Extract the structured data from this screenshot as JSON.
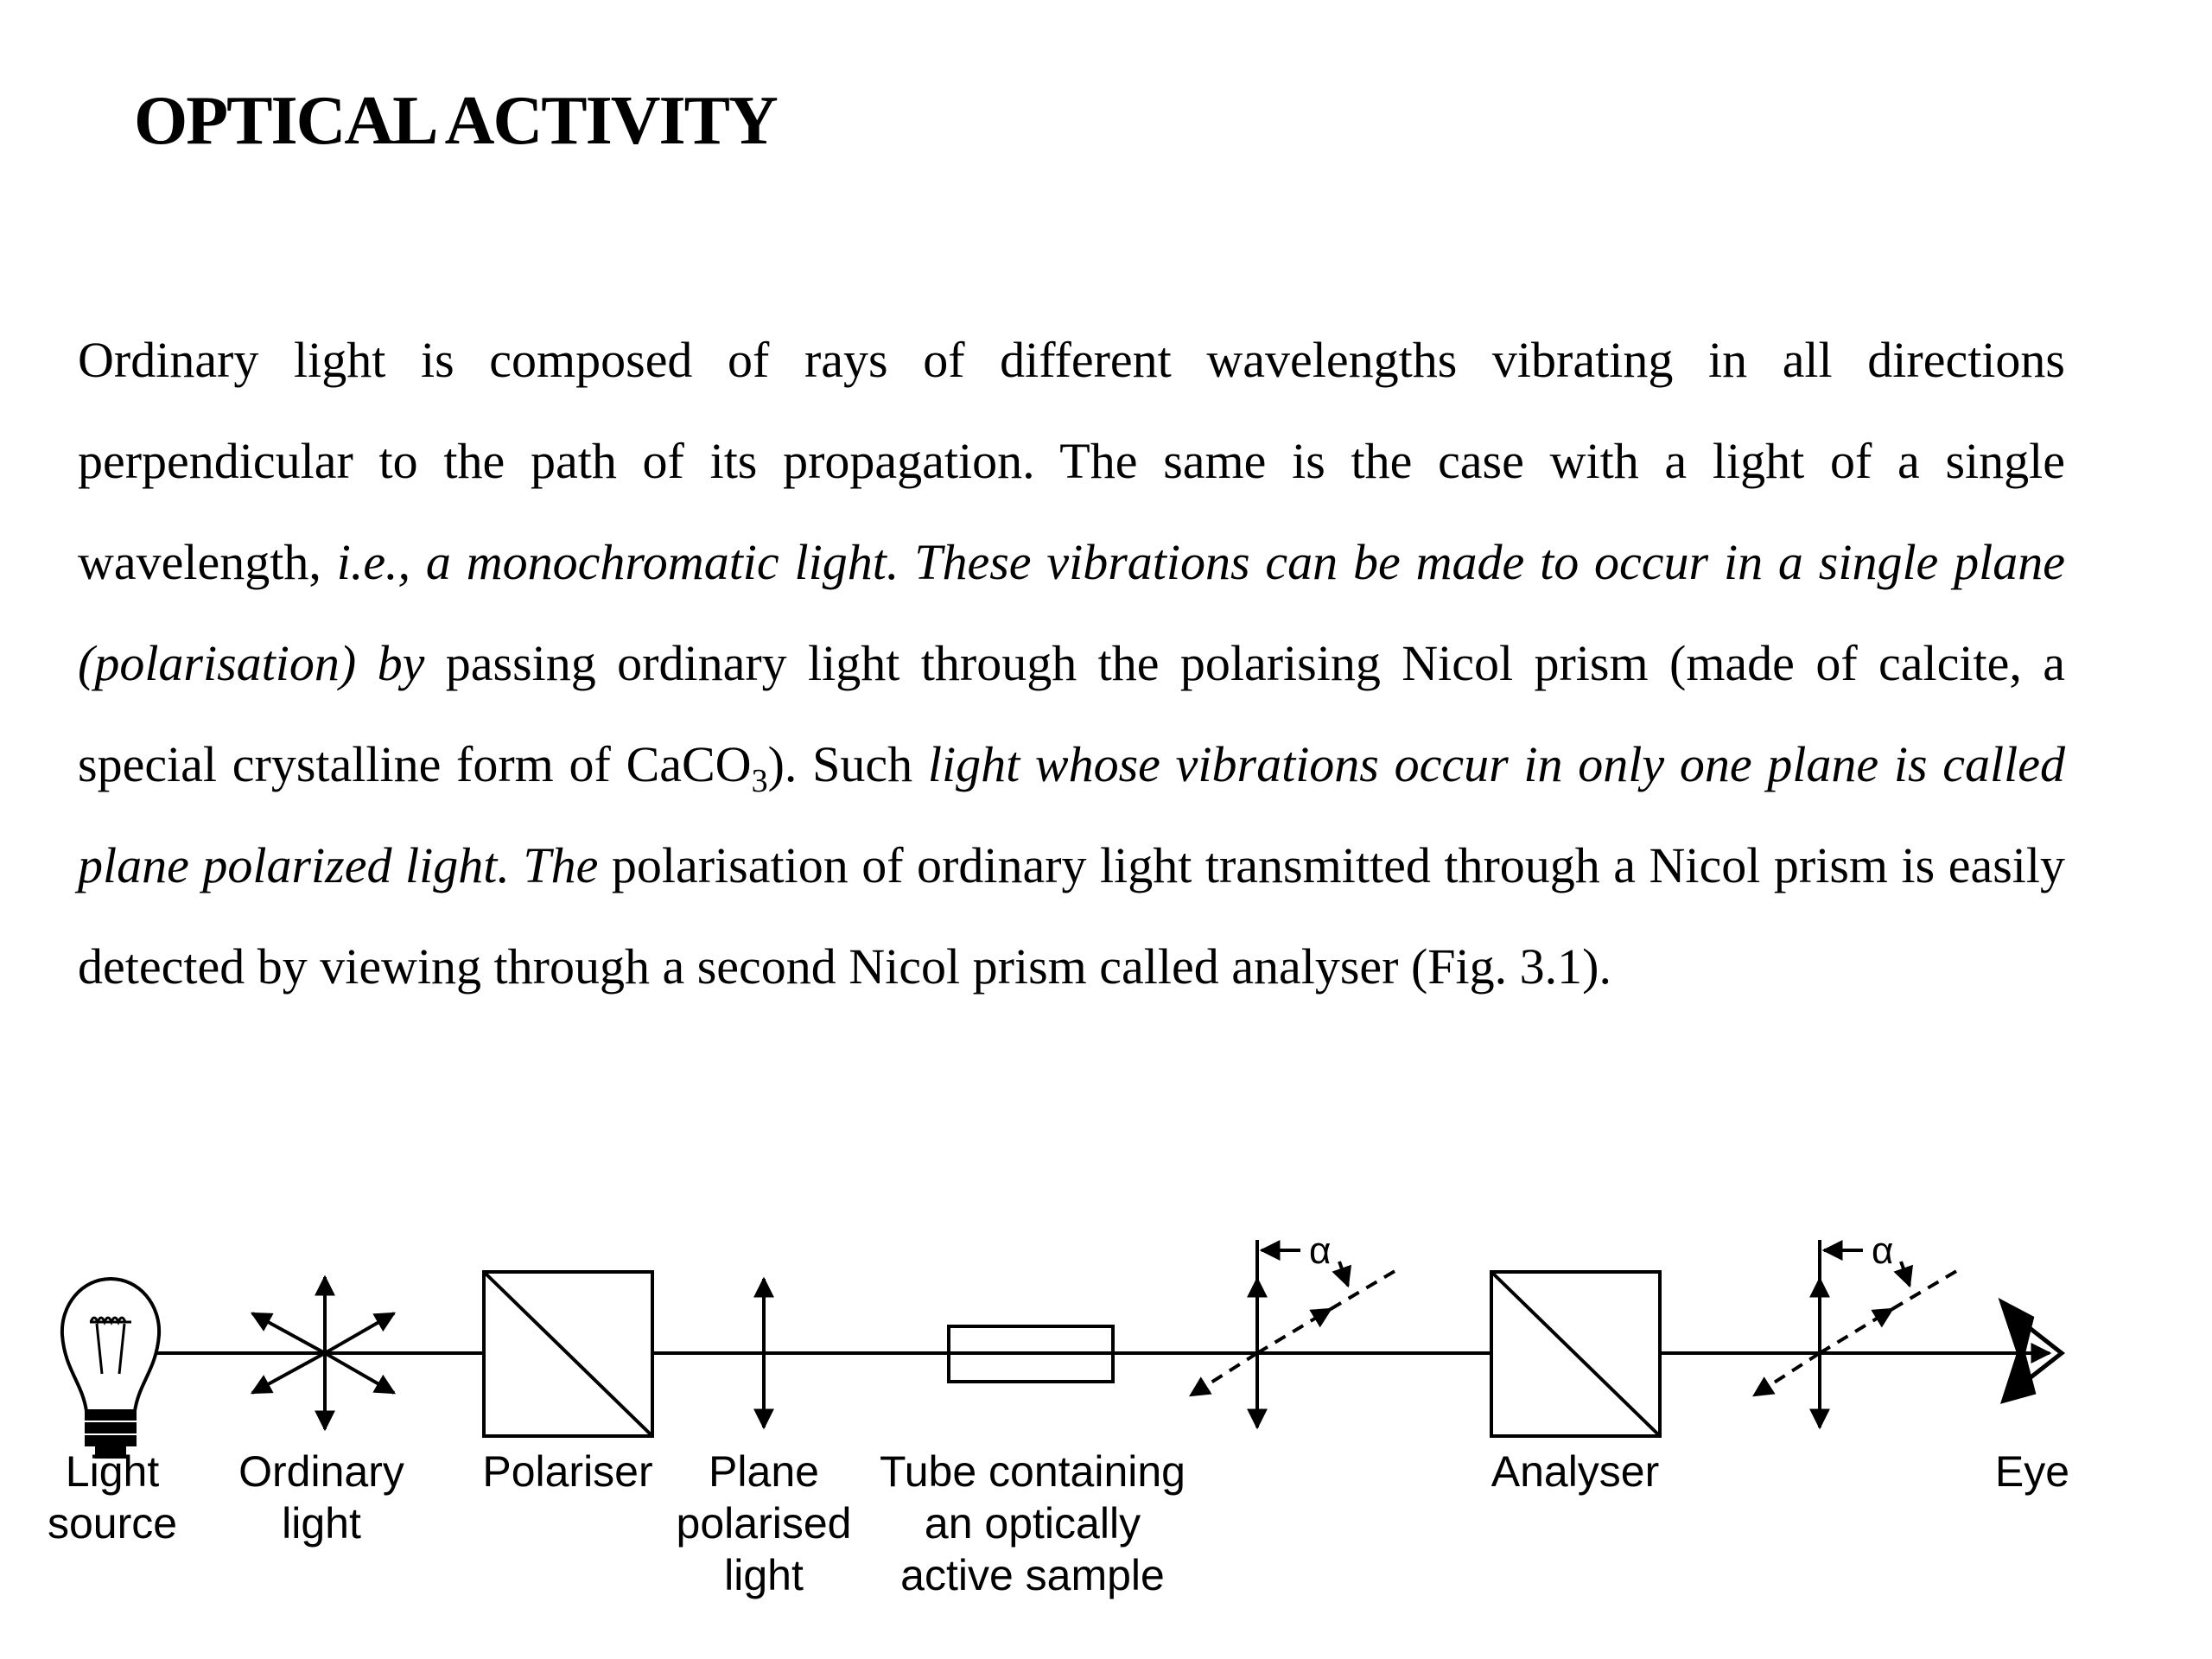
{
  "title": "OPTICAL ACTIVITY",
  "paragraph": {
    "s1": "Ordinary light is composed of rays of different wavelengths vibrating in all directions perpendicular to the path of its propagation. The same is the case with a light of a single wavelength, ",
    "s2": "i.e., a monochromatic light. These vibrations can be made to occur in a single plane (polarisation) by",
    "s3": " passing ordinary light through the polarising Nicol prism (made of calcite, a special crystalline form of CaCO",
    "sub3": "3",
    "s4": "). Such ",
    "s5": "light whose vibrations occur in only one plane is called plane polarized light. The",
    "s6": " polarisation of ordinary light transmitted through a Nicol prism is easily detected by viewing through a second Nicol prism called analyser (Fig. 3.1)."
  },
  "figure": {
    "light_source": [
      "Light",
      "source"
    ],
    "ordinary_light": [
      "Ordinary",
      "light"
    ],
    "polariser": "Polariser",
    "plane_polarised_light": [
      "Plane",
      "polarised",
      "light"
    ],
    "tube": [
      "Tube containing",
      "an optically",
      "active sample"
    ],
    "analyser": "Analyser",
    "eye": "Eye",
    "angle_symbol_1": "α",
    "angle_symbol_2": "α"
  }
}
